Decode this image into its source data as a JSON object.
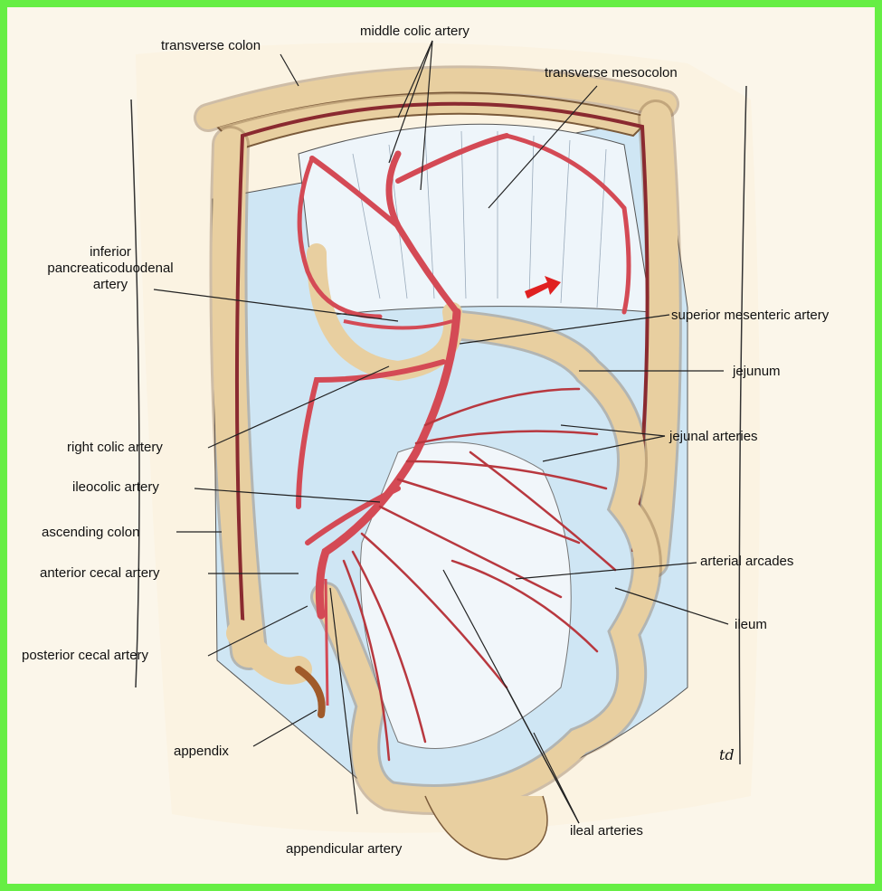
{
  "labels": {
    "transverse_colon": "transverse colon",
    "middle_colic_artery": "middle colic artery",
    "transverse_mesocolon": "transverse mesocolon",
    "inferior_pancreaticoduodenal_line1": "inferior",
    "inferior_pancreaticoduodenal_line2": "pancreaticoduodenal",
    "inferior_pancreaticoduodenal_line3": "artery",
    "superior_mesenteric_artery": "superior mesenteric artery",
    "jejunum": "jejunum",
    "jejunal_arteries": "jejunal arteries",
    "right_colic_artery": "right colic artery",
    "ileocolic_artery": "ileocolic artery",
    "ascending_colon": "ascending colon",
    "arterial_arcades": "arterial arcades",
    "anterior_cecal_artery": "anterior cecal artery",
    "ileum": "ileum",
    "posterior_cecal_artery": "posterior cecal artery",
    "appendix": "appendix",
    "ileal_arteries": "ileal arteries",
    "appendicular_artery": "appendicular artery",
    "signature": "td"
  },
  "colors": {
    "frame": "#66ee44",
    "colon": "#e8cfa0",
    "mesentery": "#cfe6f4",
    "artery": "#d44a55",
    "background": "#fbf6ea"
  }
}
